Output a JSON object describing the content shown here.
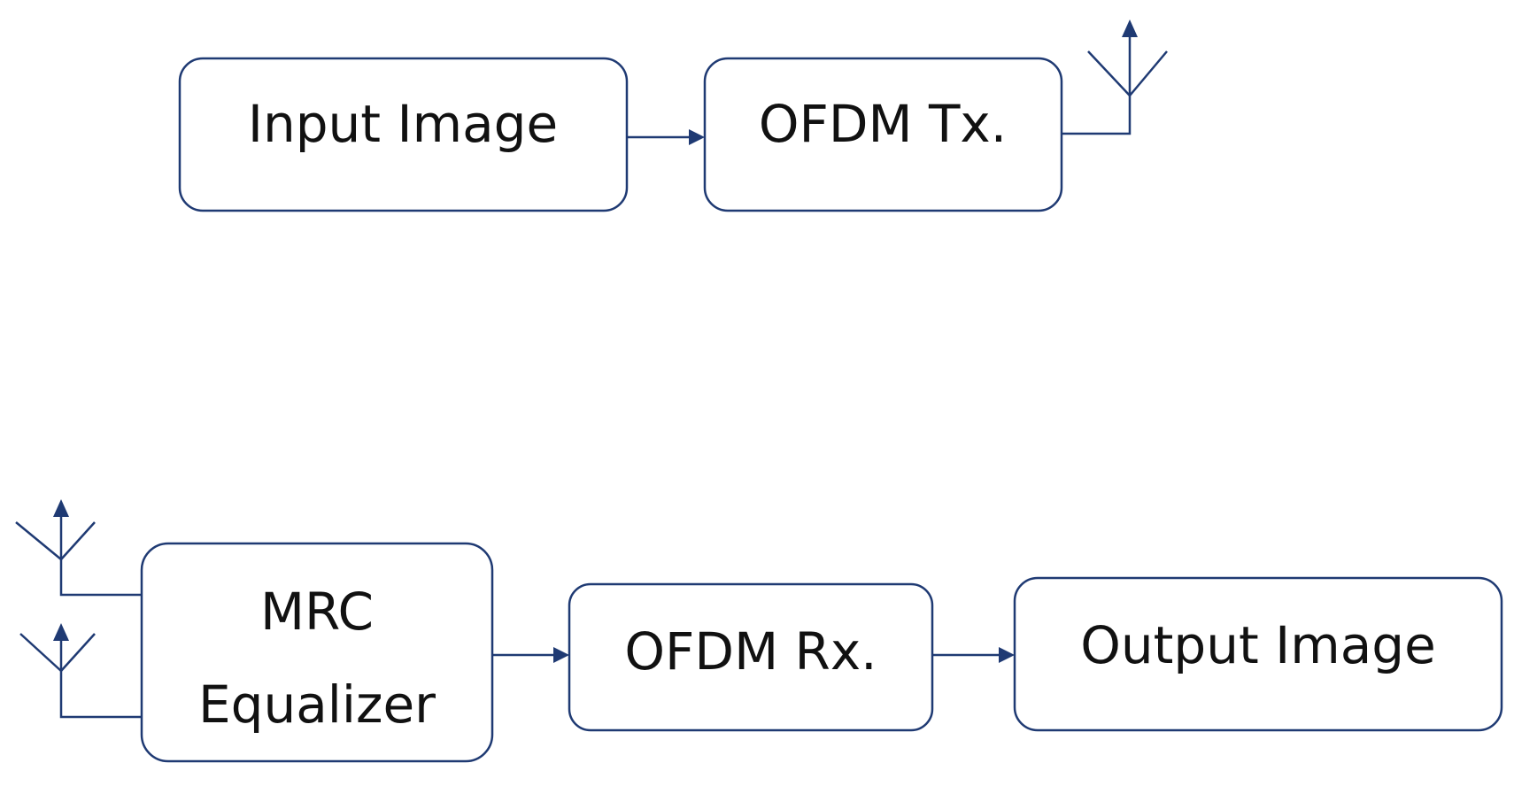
{
  "diagram": {
    "type": "block-diagram",
    "accent_color": "#1f3a73",
    "nodes": {
      "input_image": "Input Image",
      "ofdm_tx": "OFDM Tx.",
      "mrc_line1": "MRC",
      "mrc_line2": "Equalizer",
      "ofdm_rx": "OFDM Rx.",
      "output_image": "Output Image"
    },
    "icons": {
      "tx_antenna": "antenna-icon",
      "rx_antenna_1": "antenna-icon",
      "rx_antenna_2": "antenna-icon"
    },
    "edges": [
      {
        "from": "Input Image",
        "to": "OFDM Tx."
      },
      {
        "from": "OFDM Tx.",
        "to": "tx_antenna"
      },
      {
        "from": "rx_antenna_1",
        "to": "MRC Equalizer"
      },
      {
        "from": "rx_antenna_2",
        "to": "MRC Equalizer"
      },
      {
        "from": "MRC Equalizer",
        "to": "OFDM Rx."
      },
      {
        "from": "OFDM Rx.",
        "to": "Output Image"
      }
    ]
  }
}
